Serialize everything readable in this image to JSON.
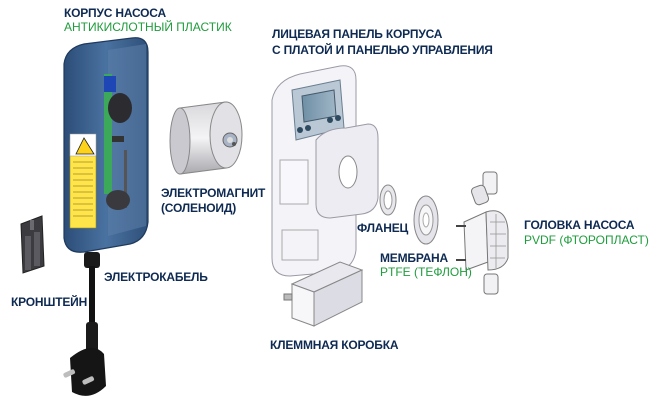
{
  "diagram": {
    "type": "exploded-view",
    "subject": "dosing pump",
    "colors": {
      "label": "#0e2a52",
      "material_label": "#1e9d3c",
      "housing_blue": "#3e6390",
      "background": "#ffffff"
    },
    "components": [
      {
        "id": "pump-body",
        "label": "КОРПУС НАСОСА",
        "material": "АНТИКИСЛОТНЫЙ ПЛАСТИК"
      },
      {
        "id": "front-panel",
        "label_line1": "ЛИЦЕВАЯ ПАНЕЛЬ КОРПУСА",
        "label_line2": "С ПЛАТОЙ И ПАНЕЛЬЮ УПРАВЛЕНИЯ"
      },
      {
        "id": "solenoid",
        "label_line1": "ЭЛЕКТРОМАГНИТ",
        "label_line2": "(СОЛЕНОИД)"
      },
      {
        "id": "flange",
        "label": "ФЛАНЕЦ"
      },
      {
        "id": "membrane",
        "label": "МЕМБРАНА",
        "material": "PTFE (ТЕФЛОН)"
      },
      {
        "id": "pump-head",
        "label": "ГОЛОВКА НАСОСА",
        "material": "PVDF (ФТОРОПЛАСТ)"
      },
      {
        "id": "bracket",
        "label": "КРОНШТЕЙН"
      },
      {
        "id": "power-cable",
        "label": "ЭЛЕКТРОКАБЕЛЬ"
      },
      {
        "id": "terminal-box",
        "label": "КЛЕММНАЯ КОРОБКА"
      }
    ]
  }
}
